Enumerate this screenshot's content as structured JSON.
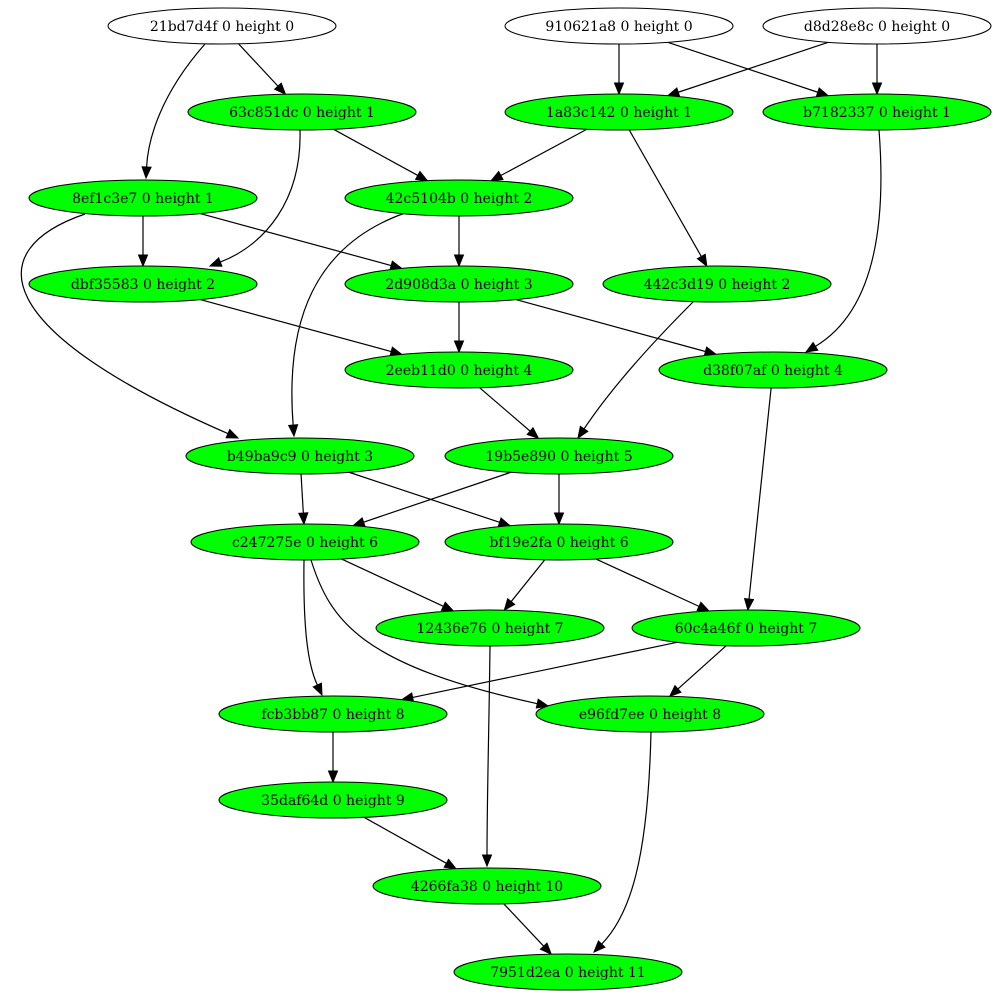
{
  "colors": {
    "root": "#ffffff",
    "derived": "#00ff00",
    "stroke": "#000000"
  },
  "graph": {
    "nodes": [
      {
        "id": "21bd7d4f",
        "label": "21bd7d4f 0 height 0",
        "root": true
      },
      {
        "id": "910621a8",
        "label": "910621a8 0 height 0",
        "root": true
      },
      {
        "id": "d8d28e8c",
        "label": "d8d28e8c 0 height 0",
        "root": true
      },
      {
        "id": "63c851dc",
        "label": "63c851dc 0 height 1"
      },
      {
        "id": "1a83c142",
        "label": "1a83c142 0 height 1"
      },
      {
        "id": "b7182337",
        "label": "b7182337 0 height 1"
      },
      {
        "id": "8ef1c3e7",
        "label": "8ef1c3e7 0 height 1"
      },
      {
        "id": "42c5104b",
        "label": "42c5104b 0 height 2"
      },
      {
        "id": "dbf35583",
        "label": "dbf35583 0 height 2"
      },
      {
        "id": "2d908d3a",
        "label": "2d908d3a 0 height 3"
      },
      {
        "id": "442c3d19",
        "label": "442c3d19 0 height 2"
      },
      {
        "id": "2eeb11d0",
        "label": "2eeb11d0 0 height 4"
      },
      {
        "id": "d38f07af",
        "label": "d38f07af 0 height 4"
      },
      {
        "id": "b49ba9c9",
        "label": "b49ba9c9 0 height 3"
      },
      {
        "id": "19b5e890",
        "label": "19b5e890 0 height 5"
      },
      {
        "id": "c247275e",
        "label": "c247275e 0 height 6"
      },
      {
        "id": "bf19e2fa",
        "label": "bf19e2fa 0 height 6"
      },
      {
        "id": "12436e76",
        "label": "12436e76 0 height 7"
      },
      {
        "id": "60c4a46f",
        "label": "60c4a46f 0 height 7"
      },
      {
        "id": "fcb3bb87",
        "label": "fcb3bb87 0 height 8"
      },
      {
        "id": "e96fd7ee",
        "label": "e96fd7ee 0 height 8"
      },
      {
        "id": "35daf64d",
        "label": "35daf64d 0 height 9"
      },
      {
        "id": "4266fa38",
        "label": "4266fa38 0 height 10"
      },
      {
        "id": "7951d2ea",
        "label": "7951d2ea 0 height 11"
      }
    ],
    "edges": [
      {
        "from": "21bd7d4f",
        "to": "63c851dc"
      },
      {
        "from": "21bd7d4f",
        "to": "8ef1c3e7"
      },
      {
        "from": "910621a8",
        "to": "1a83c142"
      },
      {
        "from": "910621a8",
        "to": "b7182337"
      },
      {
        "from": "d8d28e8c",
        "to": "1a83c142"
      },
      {
        "from": "d8d28e8c",
        "to": "b7182337"
      },
      {
        "from": "63c851dc",
        "to": "42c5104b"
      },
      {
        "from": "63c851dc",
        "to": "dbf35583"
      },
      {
        "from": "1a83c142",
        "to": "42c5104b"
      },
      {
        "from": "1a83c142",
        "to": "442c3d19"
      },
      {
        "from": "b7182337",
        "to": "d38f07af"
      },
      {
        "from": "8ef1c3e7",
        "to": "dbf35583"
      },
      {
        "from": "8ef1c3e7",
        "to": "2d908d3a"
      },
      {
        "from": "8ef1c3e7",
        "to": "b49ba9c9"
      },
      {
        "from": "42c5104b",
        "to": "2d908d3a"
      },
      {
        "from": "42c5104b",
        "to": "b49ba9c9"
      },
      {
        "from": "dbf35583",
        "to": "2eeb11d0"
      },
      {
        "from": "2d908d3a",
        "to": "2eeb11d0"
      },
      {
        "from": "2d908d3a",
        "to": "d38f07af"
      },
      {
        "from": "442c3d19",
        "to": "19b5e890"
      },
      {
        "from": "2eeb11d0",
        "to": "19b5e890"
      },
      {
        "from": "d38f07af",
        "to": "60c4a46f"
      },
      {
        "from": "b49ba9c9",
        "to": "c247275e"
      },
      {
        "from": "b49ba9c9",
        "to": "bf19e2fa"
      },
      {
        "from": "19b5e890",
        "to": "c247275e"
      },
      {
        "from": "19b5e890",
        "to": "bf19e2fa"
      },
      {
        "from": "c247275e",
        "to": "12436e76"
      },
      {
        "from": "c247275e",
        "to": "fcb3bb87"
      },
      {
        "from": "c247275e",
        "to": "e96fd7ee"
      },
      {
        "from": "bf19e2fa",
        "to": "12436e76"
      },
      {
        "from": "bf19e2fa",
        "to": "60c4a46f"
      },
      {
        "from": "60c4a46f",
        "to": "fcb3bb87"
      },
      {
        "from": "60c4a46f",
        "to": "e96fd7ee"
      },
      {
        "from": "12436e76",
        "to": "4266fa38"
      },
      {
        "from": "fcb3bb87",
        "to": "35daf64d"
      },
      {
        "from": "35daf64d",
        "to": "4266fa38"
      },
      {
        "from": "4266fa38",
        "to": "7951d2ea"
      },
      {
        "from": "e96fd7ee",
        "to": "7951d2ea"
      }
    ]
  }
}
